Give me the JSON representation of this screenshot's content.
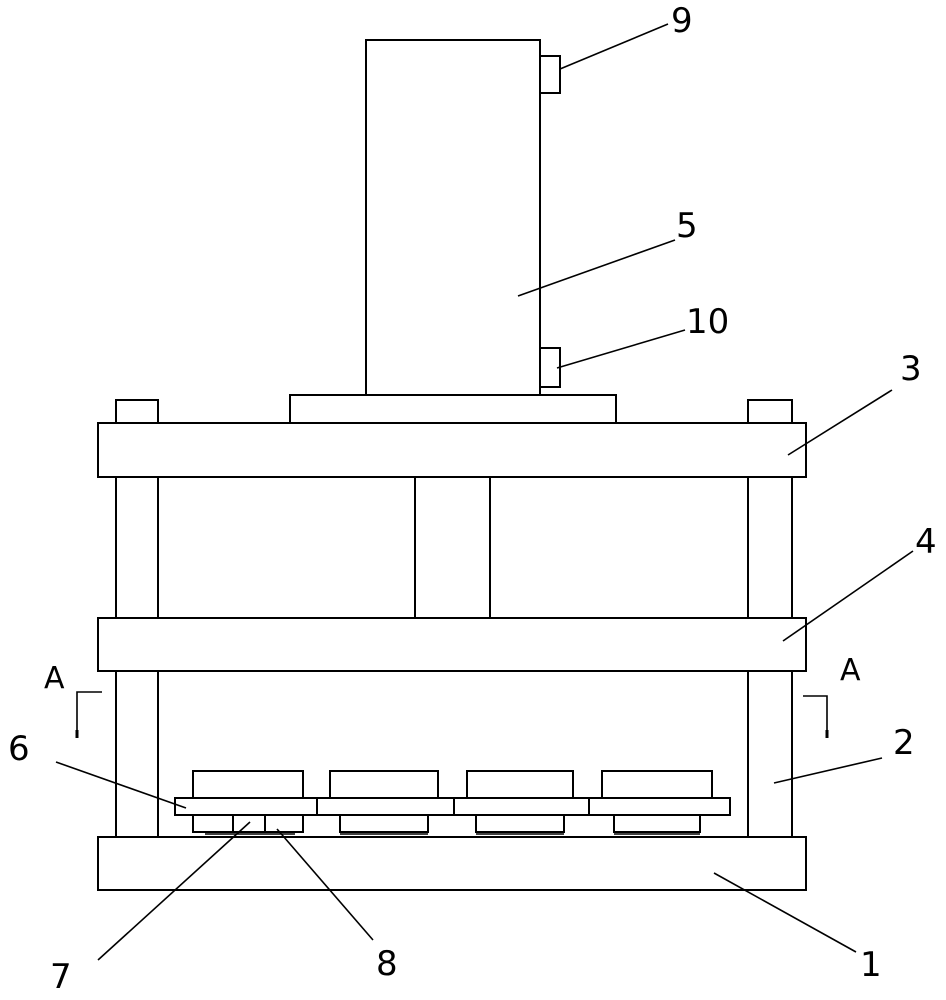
{
  "labels": {
    "base": "1",
    "column": "2",
    "top_plate": "3",
    "moving_plate": "4",
    "cylinder": "5",
    "tray": "6",
    "part_7": "7",
    "part_8": "8",
    "upper_sensor": "9",
    "lower_sensor": "10"
  },
  "section": {
    "left": "A",
    "right": "A"
  }
}
